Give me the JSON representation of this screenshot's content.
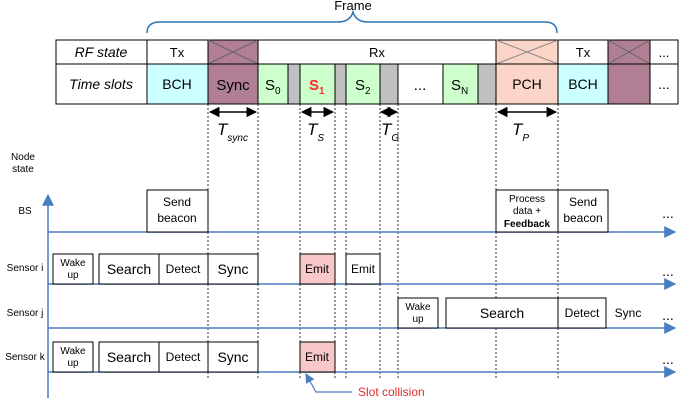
{
  "frame": {
    "label": "Frame"
  },
  "header": {
    "rf_state_label": "RF state",
    "time_slots_label": "Time slots"
  },
  "rf_state": {
    "tx1": "Tx",
    "rx": "Rx",
    "tx2": "Tx",
    "ellipsis": "..."
  },
  "slots": {
    "bch1": "BCH",
    "sync": "Sync",
    "s0": "S",
    "s0_sub": "0",
    "s1": "S",
    "s1_sub": "1",
    "s2": "S",
    "s2_sub": "2",
    "ellipsis": "...",
    "sn": "S",
    "sn_sub": "N",
    "pch": "PCH",
    "bch2": "BCH",
    "end_ellipsis": "..."
  },
  "durations": {
    "t_sync": "T",
    "t_sync_sub": "sync",
    "t_s": "T",
    "t_s_sub": "S",
    "t_g": "T",
    "t_g_sub": "G",
    "t_p": "T",
    "t_p_sub": "P"
  },
  "node_state_label": {
    "line1": "Node",
    "line2": "state"
  },
  "rows": {
    "bs": {
      "label": "BS",
      "send_beacon_1": {
        "line1": "Send",
        "line2": "beacon"
      },
      "process": {
        "line1": "Process",
        "line2": "data +",
        "line3": "Feedback"
      },
      "send_beacon_2": {
        "line1": "Send",
        "line2": "beacon"
      },
      "ellipsis": "..."
    },
    "sensor_i": {
      "label": "Sensor i",
      "wake": {
        "line1": "Wake",
        "line2": "up"
      },
      "search": "Search",
      "detect": "Detect",
      "sync": "Sync",
      "emit1": "Emit",
      "emit2": "Emit",
      "ellipsis": "..."
    },
    "sensor_j": {
      "label": "Sensor j",
      "wake": {
        "line1": "Wake",
        "line2": "up"
      },
      "search": "Search",
      "detect": "Detect",
      "sync": "Sync",
      "ellipsis": "..."
    },
    "sensor_k": {
      "label": "Sensor k",
      "wake": {
        "line1": "Wake",
        "line2": "up"
      },
      "search": "Search",
      "detect": "Detect",
      "sync": "Sync",
      "emit": "Emit",
      "ellipsis": "..."
    }
  },
  "annotation": {
    "slot_collision": "Slot collision"
  },
  "colors": {
    "bch": "#ccffff",
    "sync": "#b07f94",
    "slot": "#ccffcc",
    "guard": "#c0c0c0",
    "pch": "#fbd5c8",
    "emit": "#f8c8c8",
    "arrow": "#4a7cc0",
    "collision_text": "#e52b2b",
    "s1_text": "#ff2a2a",
    "frame_brace": "#2e75b6"
  }
}
